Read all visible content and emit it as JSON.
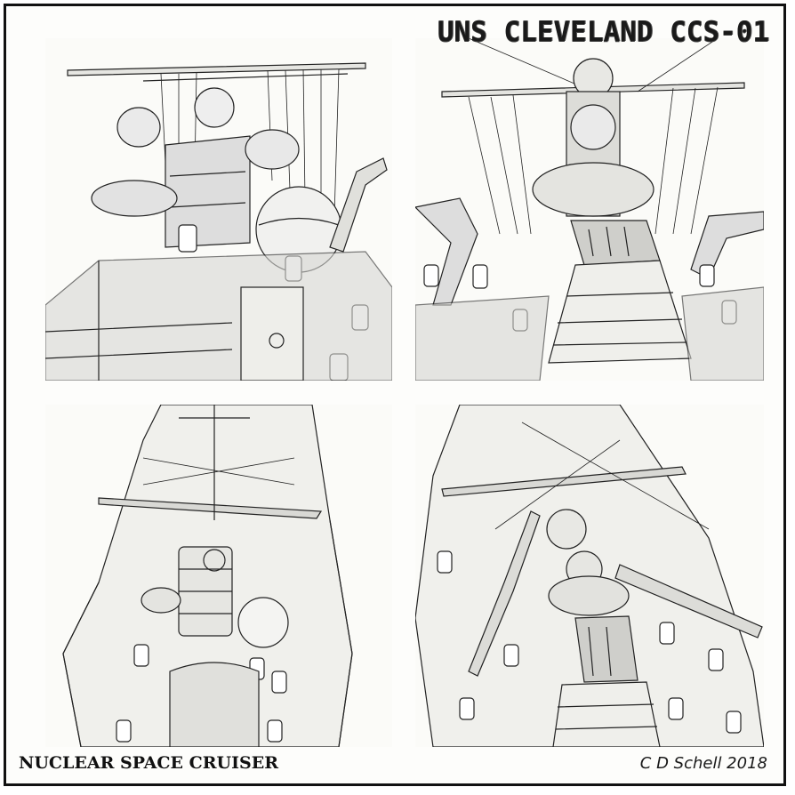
{
  "title": "UNS CLEVELAND CCS-01",
  "subtitle": "NUCLEAR SPACE CRUISER",
  "credit": "C D Schell 2018",
  "colors": {
    "border": "#111111",
    "ink": "#1a1a1a",
    "paper": "#fbfbf8"
  }
}
